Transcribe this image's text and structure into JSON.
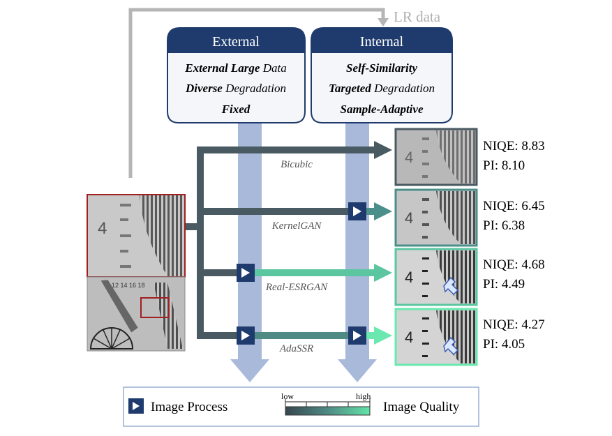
{
  "lr_label": "LR data",
  "external": {
    "title": "External",
    "lines": [
      {
        "bold": "External Large",
        "rest": " Data"
      },
      {
        "bold": "Diverse",
        "rest": " Degradation"
      },
      {
        "bold": "Fixed",
        "rest": ""
      }
    ]
  },
  "internal": {
    "title": "Internal",
    "lines": [
      {
        "bold": "Self-Similarity",
        "rest": ""
      },
      {
        "bold": "Targeted",
        "rest": " Degradation"
      },
      {
        "bold": "Sample-Adaptive",
        "rest": ""
      }
    ]
  },
  "methods": [
    {
      "name": "Bicubic",
      "niqe": "NIQE: 8.83",
      "pi": "PI: 8.10"
    },
    {
      "name": "KernelGAN",
      "niqe": "NIQE: 6.45",
      "pi": "PI: 6.38"
    },
    {
      "name": "Real-ESRGAN",
      "niqe": "NIQE: 4.68",
      "pi": "PI: 4.49"
    },
    {
      "name": "AdaSSR",
      "niqe": "NIQE: 4.27",
      "pi": "PI: 4.05"
    }
  ],
  "legend": {
    "process_label": "Image Process",
    "quality_label": "Image Quality",
    "low": "low",
    "high": "high"
  },
  "colors": {
    "header": "#1f3b6e",
    "column": "#a8b8d8",
    "dark_arrow": "#4a5a63",
    "quality_high": "#5fe0a8",
    "lr_frame": "#a02020",
    "gray_line": "#b0b0b0"
  }
}
